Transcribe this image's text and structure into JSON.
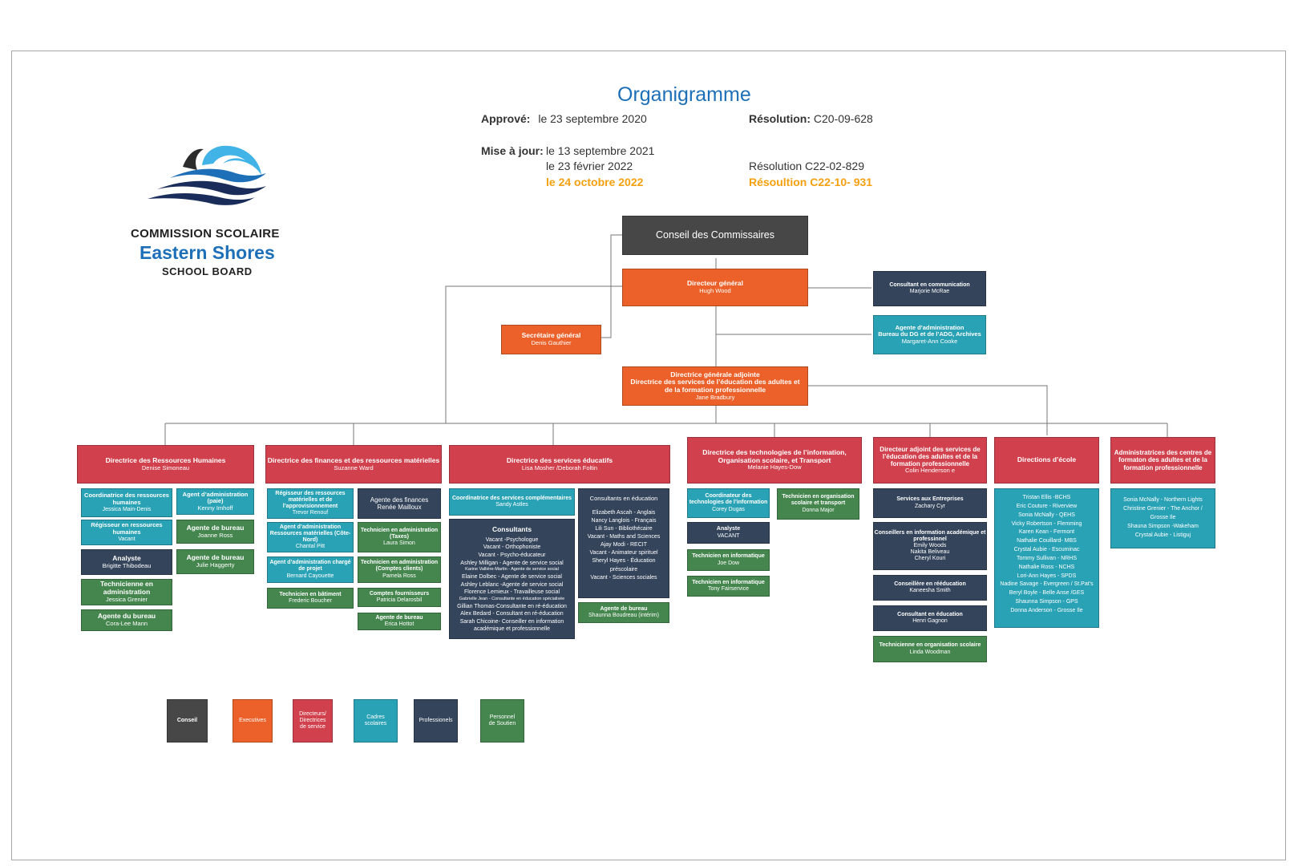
{
  "header": {
    "title": "Organigramme",
    "approved_label": "Apprové:",
    "approved_date": "le 23 septembre 2020",
    "resolution_label": "Résolution:",
    "resolution_value": "C20-09-628",
    "updated_label": "Mise à jour:",
    "update1": "le 13  septembre 2021",
    "update2": "le 23 février 2022",
    "update3": "le 24 octobre 2022",
    "resolution2": "Résolution C22-02-829",
    "resolution3": "Résoultion C22-10- 931"
  },
  "logo": {
    "line1": "COMMISSION SCOLAIRE",
    "line2": "Eastern Shores",
    "line3": "SCHOOL BOARD",
    "colors": [
      "#1d6fb8",
      "#41b3e6",
      "#1a2d5a",
      "#2c2c2c"
    ]
  },
  "top": {
    "conseil": "Conseil des Commissaires",
    "dg_title": "Directeur général",
    "dg_name": "Hugh Wood",
    "sg_title": "Secrétaire général",
    "sg_name": "Denis Gauthier",
    "comm_title": "Consultant en communication",
    "comm_name": "Marjorie McRae",
    "admin_title": "Agente d’administration",
    "admin_sub": "Bureau du DG et de l’ADG, Archives",
    "admin_name": "Margaret-Ann Cooke",
    "dga_title": "Directrice générale adjointe",
    "dga_sub1": "Directrice des services de l’éducation des adultes et",
    "dga_sub2": "de la formation professionnelle",
    "dga_name": "Jane Bradbury"
  },
  "hr": {
    "title": "Directrice des  Ressources Humaines",
    "name": "Denise Simoneau",
    "b1_t": "Coordinatrice des ressources humaines",
    "b1_n": "Jessica Main-Denis",
    "b2_t": "Régisseur en ressources humaines",
    "b2_n": "Vacant",
    "b3_t": "Analyste",
    "b3_n": "Brigitte Thibodeau",
    "b4_t": "Technicienne en administration",
    "b4_n": "Jessica Grenier",
    "b5_t": "Agente du bureau",
    "b5_n": "Cora-Lee Mann",
    "b6_t": "Agent d’administration (paie)",
    "b6_n": "Kenny Imhoff",
    "b7_t": "Agente de bureau",
    "b7_n": "Joanne Ross",
    "b8_t": "Agente de bureau",
    "b8_n": "Julie Haggerty"
  },
  "fin": {
    "title": "Directrice des finances et des ressources matérielles",
    "name": "Suzanne Ward",
    "b1_t": "Régisseur des ressources matérielles et de l’approvisionnement",
    "b1_n": "Trevor Renouf",
    "b2_t": "Agent d’administration Ressources matérielles (Côte-Nord)",
    "b2_n": "Chantal Pitt",
    "b3_t": "Agent d’administration chargé de projet",
    "b3_n": "Bernard Cayouette",
    "b4_t": "Technicien en bâtiment",
    "b4_n": "Frederic Boucher",
    "b5_t": "Agente des finances",
    "b5_n": "Renée Mailloux",
    "b6_t": "Technicien en administration (Taxes)",
    "b6_n": "Laura Simon",
    "b7_t": "Technicien en  administration (Comptes clients)",
    "b7_n": "Pamela Ross",
    "b8_t": "Comptes fournisseurs",
    "b8_n": "Patricia Delarosbil",
    "b9_t": "Agente de bureau",
    "b9_n": "Erica Hottot"
  },
  "edu": {
    "title": "Directrice des services éducatifs",
    "name": "Lisa Mosher /Deborah Foltin",
    "coord_t": "Coordinatrice des services complémentaires",
    "coord_n": "Sandy Astles",
    "consultants_title": "Consultants",
    "consultants": [
      "Vacant -Psychologue",
      "Vacant - Orthophoniste",
      "Vacant - Psycho-éducateur",
      "Ashley Milligan - Agente de service social",
      "Karine Vallière-Martin - Agente de service social",
      "Elaine Dolbec - Agente de service social",
      "Ashley Leblanc -Agente de service social",
      "Florence Lemieux - Travailleuse social",
      "Gabrielle Jean - Consultante en éducation spécialisée",
      "Gillian Thomas-Consultante en ré-éducation",
      "Alex Bedard - Consultant en ré-éducation",
      "Sarah Chicoine- Conseiller en information académique et professionnelle"
    ],
    "consult_edu_title": "Consultants en éducation",
    "consult_edu": [
      "Elizabeth Ascah - Anglais",
      "Nancy Langlois - Français",
      "Lili Sun - Bibliothécaire",
      "Vacant - Maths and Sciences",
      "Ajay Modi - RECIT",
      "Vacant - Animateur spirituel",
      "Sheryl Hayes - Éducation préscolaire",
      "Vacant - Sciences sociales"
    ],
    "bureau_t": "Agente de bureau",
    "bureau_n": "Shaunna Boudreau (intérim)"
  },
  "ti": {
    "title": "Directrice des technologies de l’information, Organisation scolaire, et Transport",
    "name": "Melanie Hayes-Dow",
    "b1_t": "Coordinateur des technologies de l’information",
    "b1_n": "Corey Dugas",
    "b2_t": "Analyste",
    "b2_n": "VACANT",
    "b3_t": "Technicien en informatique",
    "b3_n": "Joe Dow",
    "b4_t": "Technicien en informatique",
    "b4_n": "Tony Fairservice",
    "b5_t": "Technicien en organisation scolaire et transport",
    "b5_n": "Donna Major"
  },
  "adult": {
    "title": "Directeur adjoint des services de l’éducation des adultes et de la formation professionnelle",
    "name": "Colin Henderson e",
    "b1_t": "Services aux Entreprises",
    "b1_n": "Zachary Cyr",
    "b2_t": "Conseillers en information académique  et professinnel",
    "b2_names": [
      "Emily Woods",
      "Nakita Beliveau",
      "Cheryl Kouri"
    ],
    "b3_t": "Conseillère en rééducation",
    "b3_n": "Kaneesha Smith",
    "b4_t": "Consultant en éducation",
    "b4_n": "Henri Gagnon",
    "b5_t": "Technicienne en organisation scolaire",
    "b5_n": "Linda Woodman"
  },
  "schools": {
    "title": "Directions d’école",
    "list": [
      "Tristan Ellis -BCHS",
      "Eric Couture - Riverview",
      "Sonia McNally - QEHS",
      "Vicky Robertson - Flemming",
      "Karen Kean - Fermont",
      "Nathalie Couillard- MBS",
      "Crystal Aubie - Escuminac",
      "Tommy Sullivan - NRHS",
      "Nathalie Ross - NCHS",
      "Lori-Ann Hayes - SPDS",
      "Nadine Savage - Evergreen / St.Pat’s",
      "Beryl Boyle - Belle Anse /GES",
      "Shaunna Simpson - GPS",
      "Donna Anderson - Grosse Ile"
    ]
  },
  "centres": {
    "title": "Administratrices des centres de formaton des adultes et de la formation professionnelle",
    "list": [
      "Sonia McNally - Northern Lights",
      "Christine Grenier - The Anchor / Grosse Ile",
      "Shauna Simpson -Wakeham",
      "Crystal Aubie - Listiguj"
    ]
  },
  "legend": {
    "conseil": "Conseil",
    "exec": "Executives",
    "dir": "Directeurs/ Directrices de service",
    "cadre": "Cadres scolaires",
    "pro": "Professionels",
    "sout": "Personnel de Soutien"
  },
  "colors": {
    "conseil": "#474747",
    "exec": "#eb6129",
    "dir": "#d1414d",
    "cadre": "#2aa2b5",
    "pro": "#34445b",
    "sout": "#44864e",
    "title": "#1d6fb8",
    "highlight": "#f5a00f"
  }
}
